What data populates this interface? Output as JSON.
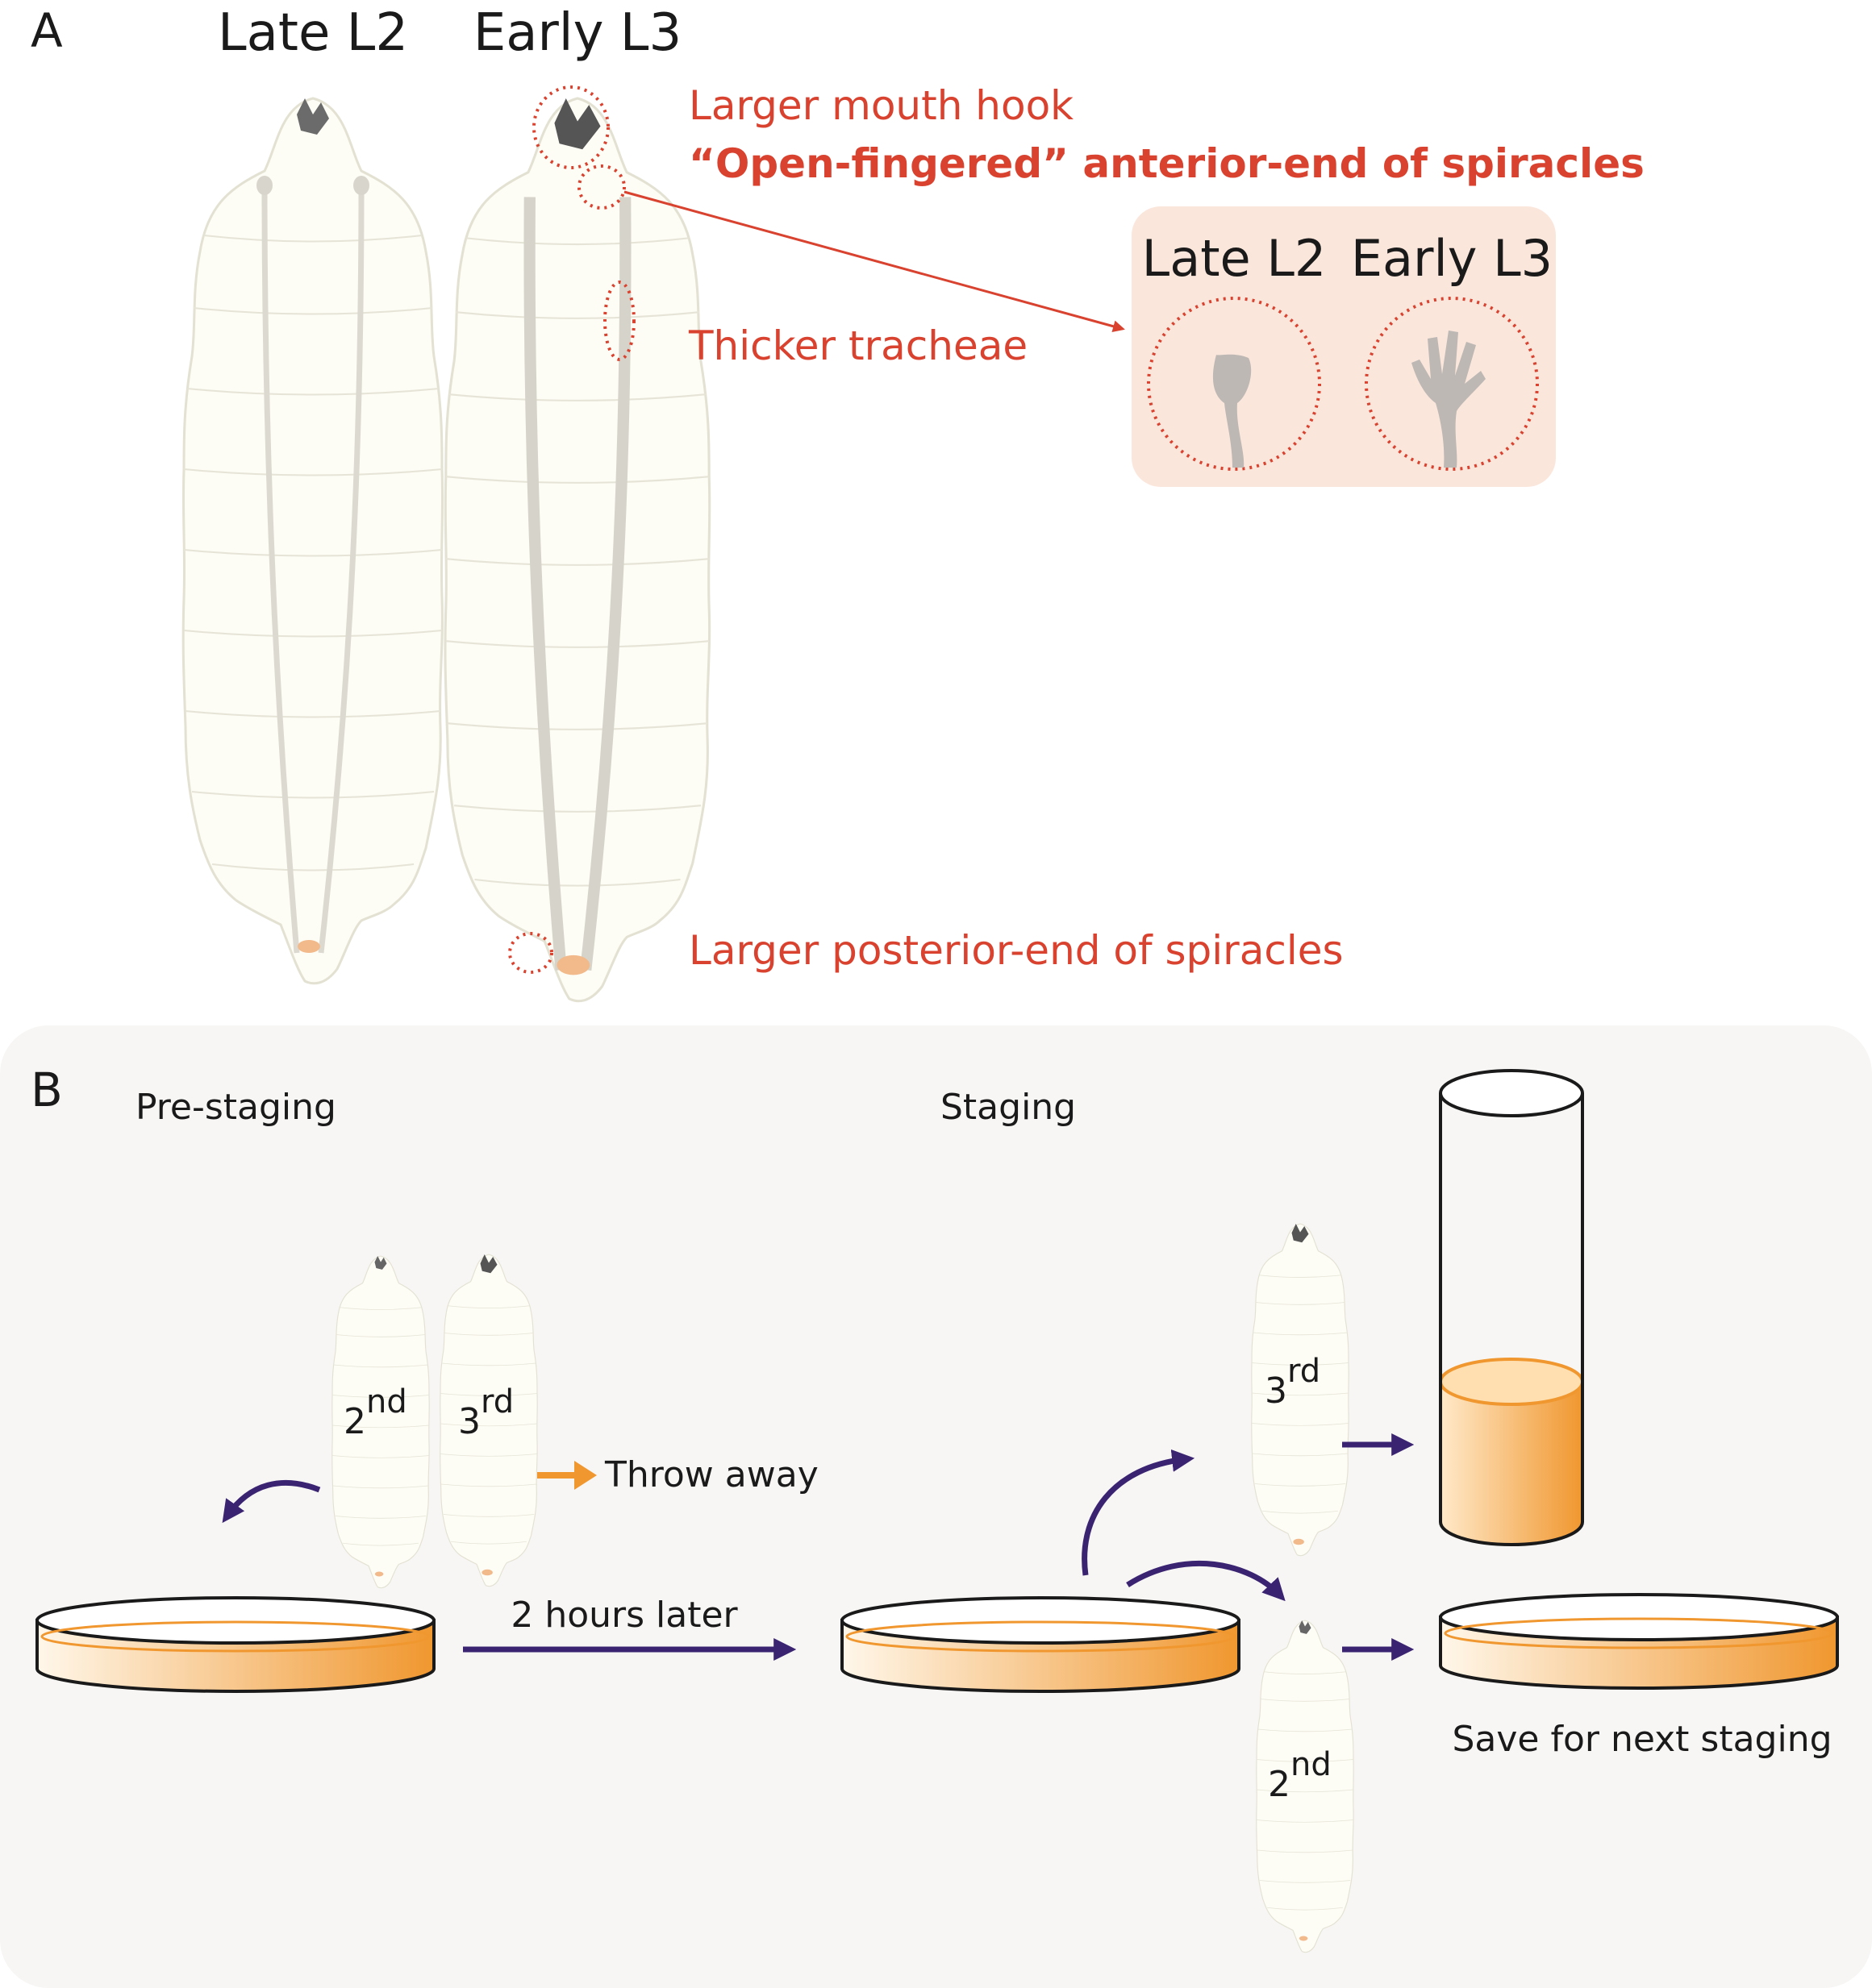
{
  "panel_a": {
    "letter": "A",
    "col1_title": "Late L2",
    "col2_title": "Early L3",
    "callouts": {
      "mouth_hook": "Larger mouth hook",
      "open_fingered": "“Open-fingered” anterior-end of spiracles",
      "tracheae": "Thicker tracheae",
      "posterior": "Larger posterior-end of spiracles"
    },
    "inset": {
      "left_label": "Late L2",
      "right_label": "Early L3",
      "background": "#fbe6dc"
    },
    "accent_color": "#d9422f"
  },
  "panel_b": {
    "letter": "B",
    "pre_staging": "Pre-staging",
    "staging": "Staging",
    "larva_2nd": {
      "base": "2",
      "sup": "nd"
    },
    "larva_3rd": {
      "base": "3",
      "sup": "rd"
    },
    "throw_away": "Throw away",
    "two_hours": "2 hours later",
    "save_next": "Save for next staging",
    "background": "#f7f6f4",
    "arrow_color": "#3a2472",
    "food_color": "#f0972f"
  }
}
